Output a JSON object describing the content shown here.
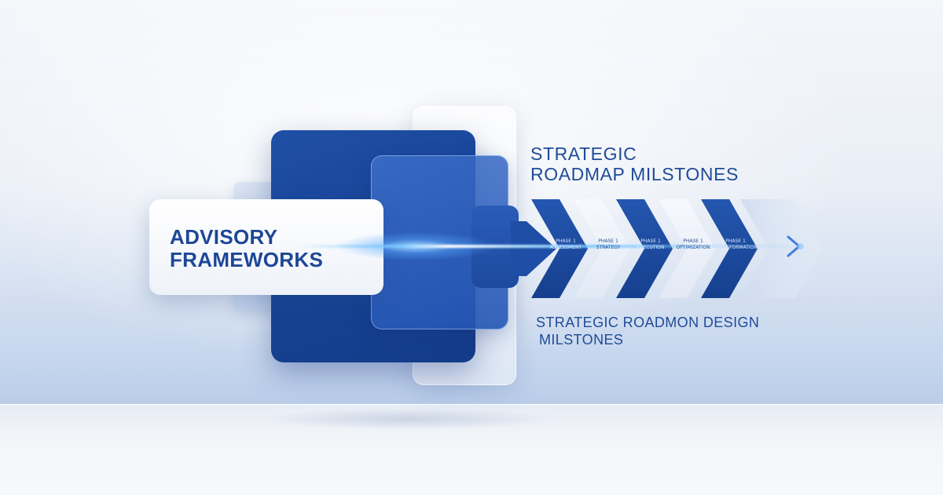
{
  "left_card": {
    "title_line1": "ADVISORY",
    "title_line2": "FRAMEWORKS"
  },
  "heading": {
    "line1": "STRATEGIC",
    "line2": "ROADMAP MILSTONES"
  },
  "subheading": {
    "line1": "STRATEGIC ROADMON DESIGN",
    "line2": "MILSTONES"
  },
  "chevrons": [
    {
      "phase": "PHASE 1",
      "name": "ASSESSMENT",
      "style": "dark"
    },
    {
      "phase": "PHASE 1",
      "name": "STRATEGY",
      "style": "light"
    },
    {
      "phase": "PHASE 1",
      "name": "EXECUTION",
      "style": "dark"
    },
    {
      "phase": "PHASE 1",
      "name": "OPTIMIZATION",
      "style": "light"
    },
    {
      "phase": "PHASE 1",
      "name": "TRANSFORMATION",
      "style": "dark"
    }
  ],
  "end_arrow_icon": "chevron-right-icon",
  "colors": {
    "navy": "#1a4698",
    "text_blue": "#1f4b98",
    "glass_light": "#e8eef8",
    "light_chevron": "#eef2f9"
  }
}
